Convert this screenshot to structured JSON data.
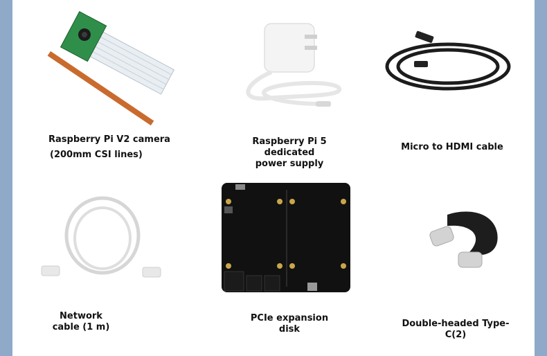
{
  "items": [
    {
      "id": "camera",
      "lines": [
        "Raspberry Pi V2 camera",
        "(200mm CSI lines)"
      ]
    },
    {
      "id": "power",
      "lines": [
        "Raspberry Pi 5 dedicated",
        "power supply"
      ]
    },
    {
      "id": "hdmi",
      "lines": [
        "Micro to HDMI cable"
      ]
    },
    {
      "id": "network",
      "lines": [
        "Network",
        "cable (1 m)"
      ]
    },
    {
      "id": "pcie",
      "lines": [
        "PCIe expansion",
        "disk"
      ]
    },
    {
      "id": "typec",
      "lines": [
        "Double-headed Type-C(2)"
      ]
    }
  ]
}
